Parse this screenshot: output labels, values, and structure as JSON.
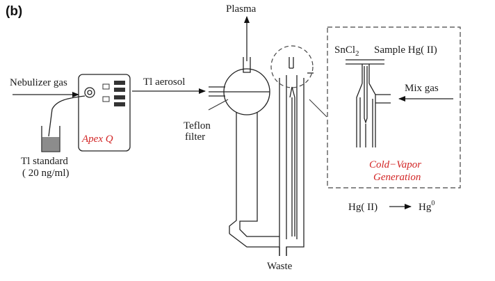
{
  "panel_label": "(b)",
  "labels": {
    "plasma": "Plasma",
    "nebulizer_gas": "Nebulizer gas",
    "tl_aerosol": "Tl aerosol",
    "apex_q": "Apex Q",
    "tl_standard_line1": "Tl standard",
    "tl_standard_line2": "( 20  ng/ml)",
    "teflon_line1": "Teflon",
    "teflon_line2": "filter",
    "waste": "Waste",
    "sncl": "SnCl",
    "sncl_sub": "2",
    "sample": "Sample Hg( II)",
    "mix_gas": "Mix gas",
    "cold_vapor_line1": "Cold−Vapor",
    "cold_vapor_line2": "Generation",
    "reaction_left": "Hg( II)",
    "reaction_right": "Hg",
    "reaction_right_sup": "0"
  },
  "colors": {
    "line": "#222222",
    "accent_red": "#d22424",
    "liquid_fill": "#8c8c8c"
  }
}
